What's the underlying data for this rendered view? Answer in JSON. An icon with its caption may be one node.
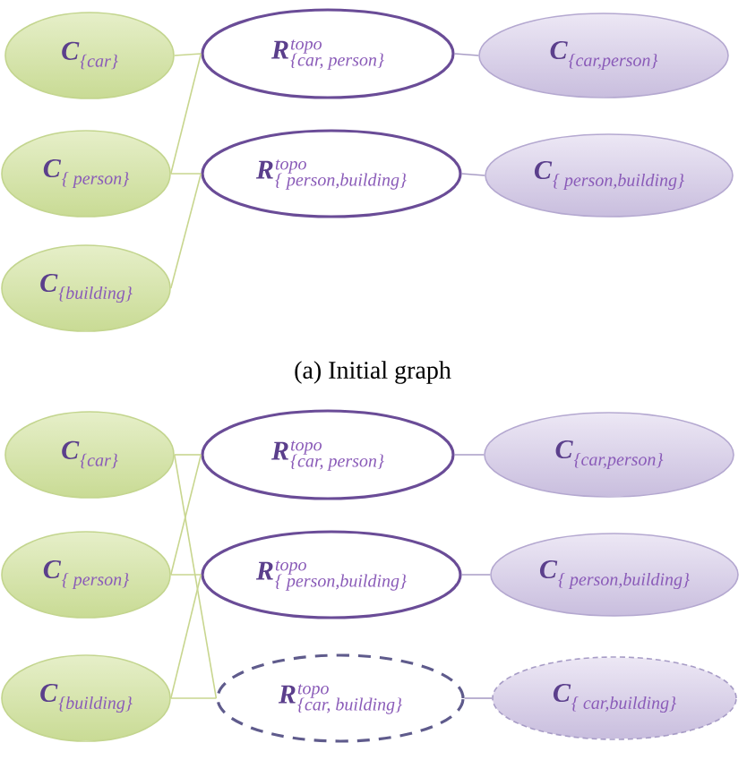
{
  "diagram": {
    "nodes": [
      {
        "text": [
          "C",
          "{car}"
        ]
      },
      {
        "text": [
          "C",
          "{ person}"
        ]
      },
      {
        "text": [
          "C",
          "{building}"
        ]
      },
      {
        "text": [
          "R",
          "topo",
          "{car, person}"
        ]
      },
      {
        "text": [
          "R",
          "topo",
          "{ person,building}"
        ]
      },
      {
        "text": [
          "C",
          "{car,person}"
        ]
      },
      {
        "text": [
          "C",
          "{ person,building}"
        ]
      },
      {
        "text": [
          "C",
          "{car}"
        ]
      },
      {
        "text": [
          "C",
          "{ person}"
        ]
      },
      {
        "text": [
          "C",
          "{building}"
        ]
      },
      {
        "text": [
          "R",
          "topo",
          "{car, person}"
        ]
      },
      {
        "text": [
          "R",
          "topo",
          "{ person,building}"
        ]
      },
      {
        "text": [
          "R",
          "topo",
          "{car, building}"
        ]
      },
      {
        "text": [
          "C",
          "{car,person}"
        ]
      },
      {
        "text": [
          "C",
          "{ person,building}"
        ]
      },
      {
        "text": [
          "C",
          "{ car,building}"
        ]
      }
    ],
    "edges": [
      {
        "from": 0,
        "to": 3,
        "arrow": "none"
      },
      {
        "from": 1,
        "to": 3,
        "arrow": "none"
      },
      {
        "from": 1,
        "to": 4,
        "arrow": "none"
      },
      {
        "from": 2,
        "to": 4,
        "arrow": "none"
      },
      {
        "from": 3,
        "to": 5,
        "arrow": "none",
        "color": "#a99dc6"
      },
      {
        "from": 4,
        "to": 6,
        "arrow": "none",
        "color": "#a99dc6"
      },
      {
        "from": 7,
        "to": 10,
        "arrow": "none"
      },
      {
        "from": 8,
        "to": 10,
        "arrow": "none"
      },
      {
        "from": 8,
        "to": 11,
        "arrow": "none"
      },
      {
        "from": 9,
        "to": 11,
        "arrow": "none"
      },
      {
        "from": 7,
        "to": 12,
        "arrow": "none"
      },
      {
        "from": 9,
        "to": 12,
        "arrow": "none"
      },
      {
        "from": 10,
        "to": 13,
        "arrow": "none",
        "color": "#a99dc6"
      },
      {
        "from": 11,
        "to": 14,
        "arrow": "none",
        "color": "#a99dc6"
      },
      {
        "from": 12,
        "to": 15,
        "arrow": "none",
        "color": "#a99dc6"
      }
    ],
    "labels": [
      "(a) Initial graph"
    ]
  }
}
